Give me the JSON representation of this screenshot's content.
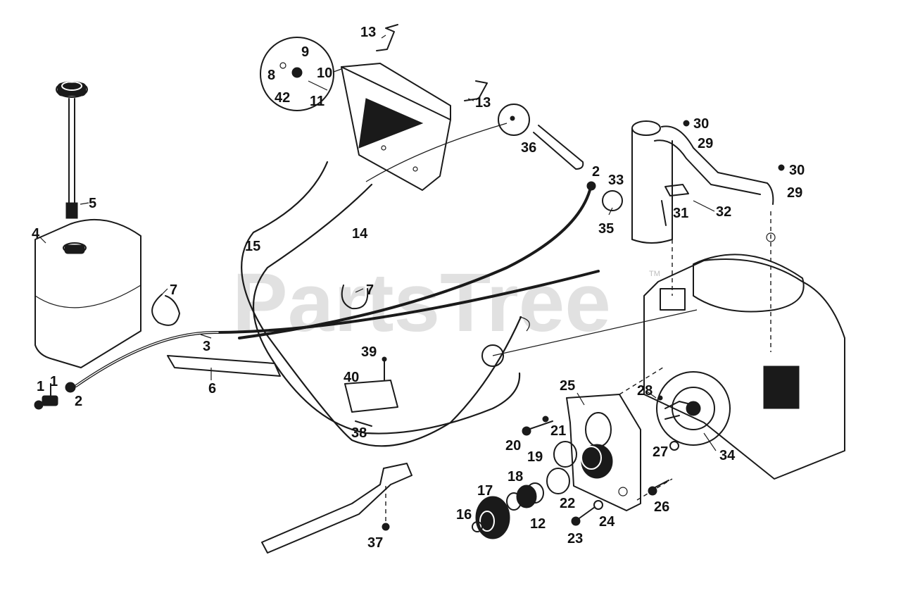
{
  "watermark": {
    "text": "PartsTree",
    "tm": "TM"
  },
  "callouts": [
    {
      "id": "c1",
      "text": "1"
    },
    {
      "id": "c1b",
      "text": "1"
    },
    {
      "id": "c2a",
      "text": "2"
    },
    {
      "id": "c2b",
      "text": "2"
    },
    {
      "id": "c3",
      "text": "3"
    },
    {
      "id": "c4",
      "text": "4"
    },
    {
      "id": "c5",
      "text": "5"
    },
    {
      "id": "c6",
      "text": "6"
    },
    {
      "id": "c7a",
      "text": "7"
    },
    {
      "id": "c7b",
      "text": "7"
    },
    {
      "id": "c8",
      "text": "8"
    },
    {
      "id": "c9",
      "text": "9"
    },
    {
      "id": "c10",
      "text": "10"
    },
    {
      "id": "c11",
      "text": "11"
    },
    {
      "id": "c12",
      "text": "12"
    },
    {
      "id": "c13a",
      "text": "13"
    },
    {
      "id": "c13b",
      "text": "13"
    },
    {
      "id": "c14",
      "text": "14"
    },
    {
      "id": "c15",
      "text": "15"
    },
    {
      "id": "c16",
      "text": "16"
    },
    {
      "id": "c17",
      "text": "17"
    },
    {
      "id": "c18",
      "text": "18"
    },
    {
      "id": "c19",
      "text": "19"
    },
    {
      "id": "c20",
      "text": "20"
    },
    {
      "id": "c21",
      "text": "21"
    },
    {
      "id": "c22",
      "text": "22"
    },
    {
      "id": "c23",
      "text": "23"
    },
    {
      "id": "c24",
      "text": "24"
    },
    {
      "id": "c25",
      "text": "25"
    },
    {
      "id": "c26",
      "text": "26"
    },
    {
      "id": "c27",
      "text": "27"
    },
    {
      "id": "c28",
      "text": "28"
    },
    {
      "id": "c29a",
      "text": "29"
    },
    {
      "id": "c29b",
      "text": "29"
    },
    {
      "id": "c30a",
      "text": "30"
    },
    {
      "id": "c30b",
      "text": "30"
    },
    {
      "id": "c31",
      "text": "31"
    },
    {
      "id": "c32",
      "text": "32"
    },
    {
      "id": "c33",
      "text": "33"
    },
    {
      "id": "c34",
      "text": "34"
    },
    {
      "id": "c35",
      "text": "35"
    },
    {
      "id": "c36",
      "text": "36"
    },
    {
      "id": "c37",
      "text": "37"
    },
    {
      "id": "c38",
      "text": "38"
    },
    {
      "id": "c39",
      "text": "39"
    },
    {
      "id": "c40",
      "text": "40"
    },
    {
      "id": "c42",
      "text": "42"
    }
  ]
}
